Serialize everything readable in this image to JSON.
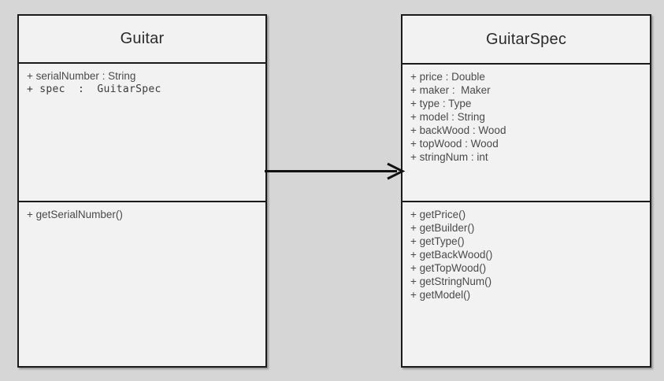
{
  "diagram": {
    "type": "uml-class-diagram",
    "background_color": "#d6d6d6",
    "box_fill_color": "#f2f2f2",
    "border_color": "#1a1a1a",
    "text_color": "#4a4a4a"
  },
  "classes": [
    {
      "id": "guitar",
      "name": "Guitar",
      "attributes": [
        {
          "text": "+ serialNumber : String",
          "mono": false
        },
        {
          "text": "+ spec  :  GuitarSpec",
          "mono": true
        }
      ],
      "operations": [
        {
          "text": "+ getSerialNumber()",
          "mono": false
        }
      ]
    },
    {
      "id": "guitarspec",
      "name": "GuitarSpec",
      "attributes": [
        {
          "text": "+ price : Double",
          "mono": false
        },
        {
          "text": "+ maker :  Maker",
          "mono": false
        },
        {
          "text": "+ type : Type",
          "mono": false
        },
        {
          "text": "+ model : String",
          "mono": false
        },
        {
          "text": "+ backWood : Wood",
          "mono": false
        },
        {
          "text": "+ topWood : Wood",
          "mono": false
        },
        {
          "text": "+ stringNum : int",
          "mono": false
        }
      ],
      "operations": [
        {
          "text": "+ getPrice()",
          "mono": false
        },
        {
          "text": "+ getBuilder()",
          "mono": false
        },
        {
          "text": "+ getType()",
          "mono": false
        },
        {
          "text": "+ getBackWood()",
          "mono": false
        },
        {
          "text": "+ getTopWood()",
          "mono": false
        },
        {
          "text": "+ getStringNum()",
          "mono": false
        },
        {
          "text": "+ getModel()",
          "mono": false
        }
      ]
    }
  ],
  "relationships": [
    {
      "id": "guitar-to-guitarspec",
      "kind": "association",
      "label": "",
      "source": "Guitar",
      "target": "GuitarSpec",
      "arrow_head": "open",
      "line_style": "solid",
      "color": "#111111"
    }
  ]
}
